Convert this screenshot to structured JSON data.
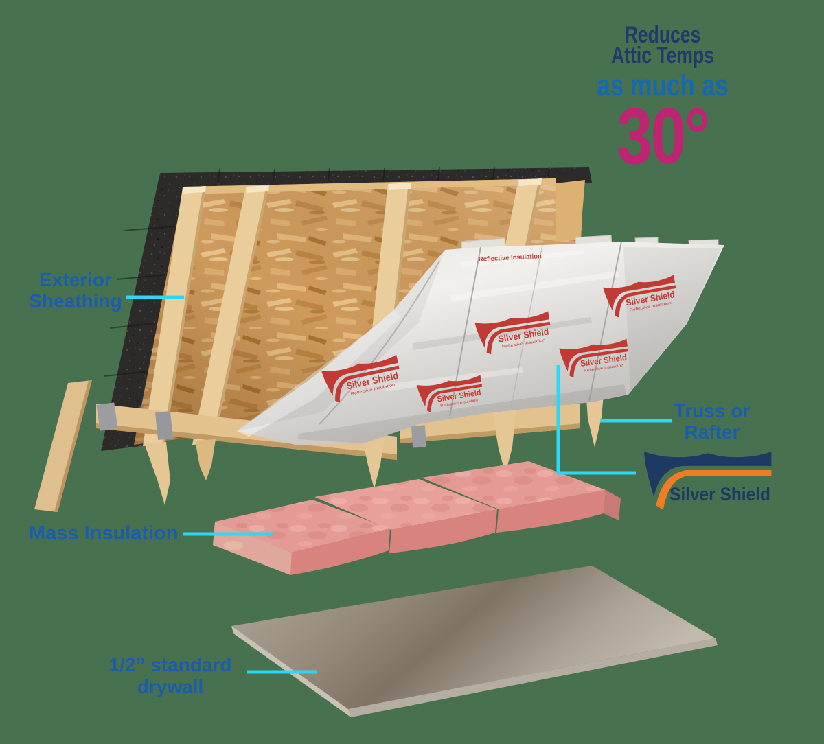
{
  "headline": {
    "line1": "Reduces",
    "line2": "Attic Temps",
    "qualifier": "as much as",
    "value": "30°"
  },
  "labels": {
    "exterior_sheathing": "Exterior Sheathing",
    "truss_rafter": "Truss or Rafter",
    "mass_insulation": "Mass Insulation",
    "drywall": "1/2” standard drywall"
  },
  "brand": {
    "name": "Silver Shield",
    "tagline": "Reflective Insulation"
  },
  "colors": {
    "background": "#47714F",
    "label_blue": "#1A5CAE",
    "headline_navy": "#203A6C",
    "headline_blue": "#1568B2",
    "headline_magenta": "#BE2471",
    "callout_cyan": "#2BD9F7",
    "logo_navy": "#1E3A63",
    "logo_orange": "#F07C26",
    "foil_logo_red": "#C23A34",
    "osb_tan": "#CF9B5D",
    "shingle_black": "#2C2B29",
    "batt_pink": "#E49B95",
    "drywall_gray": "#958A7B"
  }
}
